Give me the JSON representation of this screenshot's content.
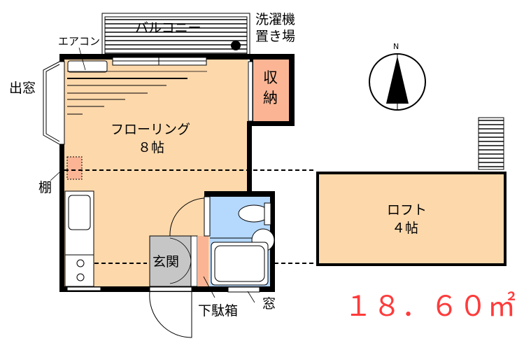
{
  "labels": {
    "balcony": "バルコニー",
    "washer_line1": "洗濯機",
    "washer_line2": "置き場",
    "aircon": "エアコン",
    "bay_window": "出窓",
    "storage_line1": "収",
    "storage_line2": "納",
    "main_room": "フローリング",
    "main_room_size": "８帖",
    "shelf": "棚",
    "entrance": "玄関",
    "shoe_box": "下駄箱",
    "window": "窓",
    "loft": "ロフト",
    "loft_size": "４帖",
    "area": "１８．６０㎡",
    "compass_north": "N"
  },
  "colors": {
    "room_fill": "#fdd8ab",
    "storage_fill": "#fbb595",
    "bath_fill": "#b5d8fd",
    "entrance_fill": "#c6c6c6",
    "area_text": "#ff3b3b"
  }
}
